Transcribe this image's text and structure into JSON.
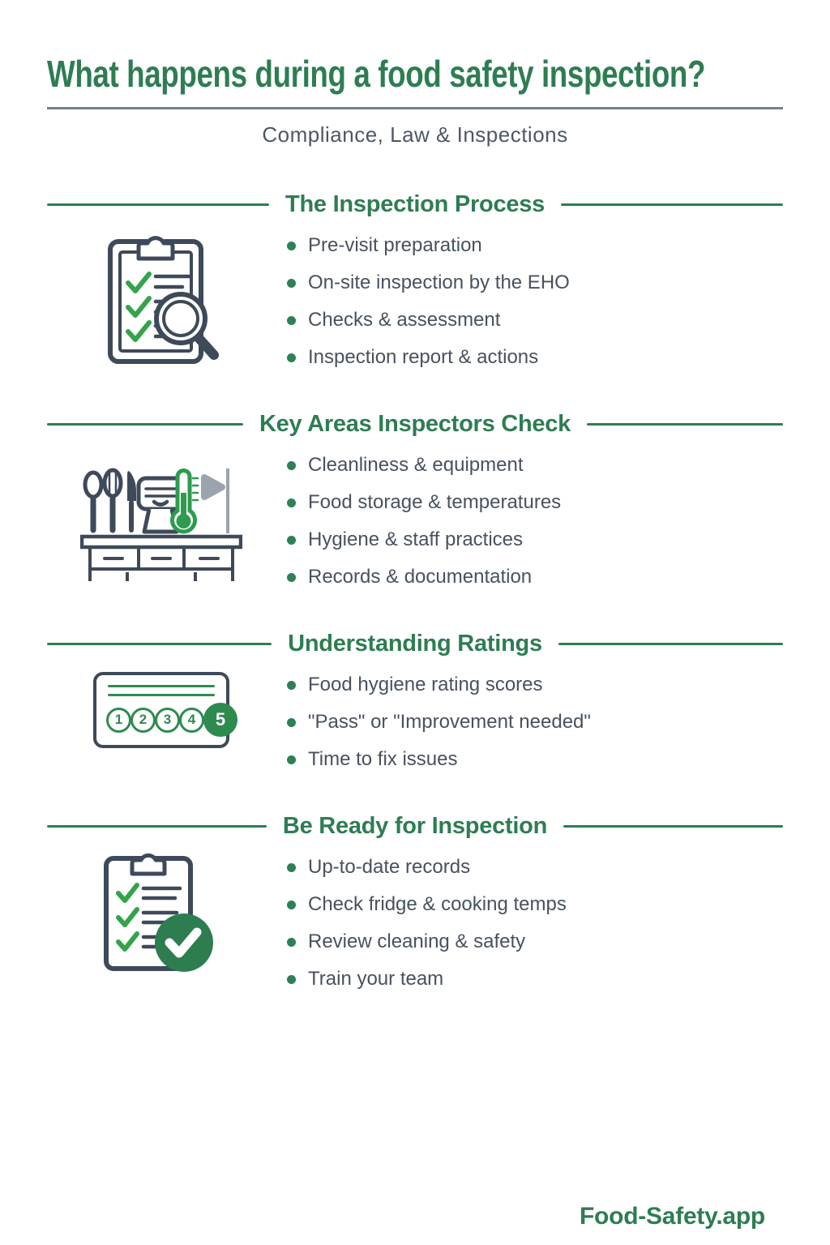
{
  "header": {
    "title": "What happens during a food safety inspection?",
    "subtitle": "Compliance, Law & Inspections"
  },
  "colors": {
    "brand_green": "#2e7d52",
    "check_green": "#35a34c",
    "rating_green": "#2e8b50",
    "body_text": "#47525f",
    "icon_stroke": "#3e4959",
    "divider_gray": "#75808e",
    "flag_gray": "#9aa3ae"
  },
  "sections": [
    {
      "title": "The Inspection Process",
      "icon": "clipboard-magnifier-icon",
      "items": [
        "Pre-visit preparation",
        "On-site inspection by the EHO",
        "Checks & assessment",
        "Inspection report & actions"
      ]
    },
    {
      "title": "Key Areas Inspectors Check",
      "icon": "kitchen-counter-icon",
      "items": [
        "Cleanliness & equipment",
        "Food storage & temperatures",
        "Hygiene & staff practices",
        "Records & documentation"
      ]
    },
    {
      "title": "Understanding Ratings",
      "icon": "hygiene-rating-card-icon",
      "rating": [
        "1",
        "2",
        "3",
        "4",
        "5"
      ],
      "items": [
        "Food hygiene rating scores",
        "\"Pass\" or \"Improvement needed\"",
        "Time to fix issues"
      ]
    },
    {
      "title": "Be Ready for Inspection",
      "icon": "clipboard-check-icon",
      "items": [
        "Up-to-date records",
        "Check fridge & cooking temps",
        "Review cleaning & safety",
        "Train your team"
      ]
    }
  ],
  "footer": {
    "brand": "Food-Safety.app"
  }
}
